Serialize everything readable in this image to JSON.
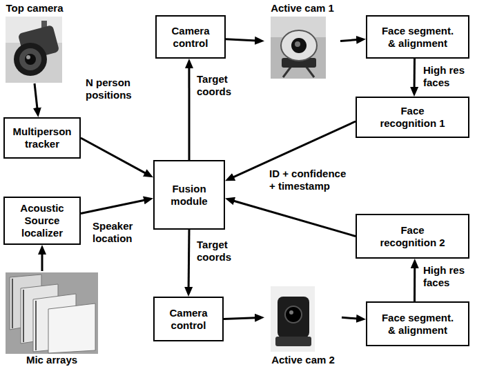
{
  "diagram": {
    "nodes": [
      {
        "text": [
          "Top camera"
        ]
      },
      {
        "text": [
          "Active cam 1"
        ]
      },
      {
        "text": [
          "Camera control"
        ]
      },
      {
        "text": [
          "Face segment. & alignment"
        ]
      },
      {
        "text": [
          "Multiperson tracker"
        ]
      },
      {
        "text": [
          "Face recognition 1"
        ]
      },
      {
        "text": [
          "Fusion module"
        ]
      },
      {
        "text": [
          "Acoustic Source localizer"
        ]
      },
      {
        "text": [
          "Face recognition 2"
        ]
      },
      {
        "text": [
          "Camera control"
        ]
      },
      {
        "text": [
          "Face segment. & alignment"
        ]
      },
      {
        "text": [
          "Mic arrays"
        ]
      },
      {
        "text": [
          "Active cam 2"
        ]
      }
    ],
    "edges": [
      {
        "from": 0,
        "to": 4,
        "arrow": "to"
      },
      {
        "from": 4,
        "to": 6,
        "label": "N person positions",
        "arrow": "to"
      },
      {
        "from": 11,
        "to": 7,
        "arrow": "to"
      },
      {
        "from": 7,
        "to": 6,
        "label": "Speaker location",
        "arrow": "to"
      },
      {
        "from": 6,
        "to": 2,
        "label": "Target coords",
        "arrow": "to"
      },
      {
        "from": 2,
        "to": 1,
        "arrow": "to"
      },
      {
        "from": 1,
        "to": 3,
        "arrow": "to"
      },
      {
        "from": 3,
        "to": 5,
        "label": "High res faces",
        "arrow": "to"
      },
      {
        "from": 5,
        "to": 6,
        "label": "ID + confidence + timestamp",
        "arrow": "to"
      },
      {
        "from": 8,
        "to": 6,
        "arrow": "to"
      },
      {
        "from": 6,
        "to": 9,
        "label": "Target coords",
        "arrow": "to"
      },
      {
        "from": 9,
        "to": 12,
        "arrow": "to"
      },
      {
        "from": 12,
        "to": 10,
        "arrow": "to"
      },
      {
        "from": 10,
        "to": 8,
        "label": "High res faces",
        "arrow": "to"
      }
    ]
  }
}
